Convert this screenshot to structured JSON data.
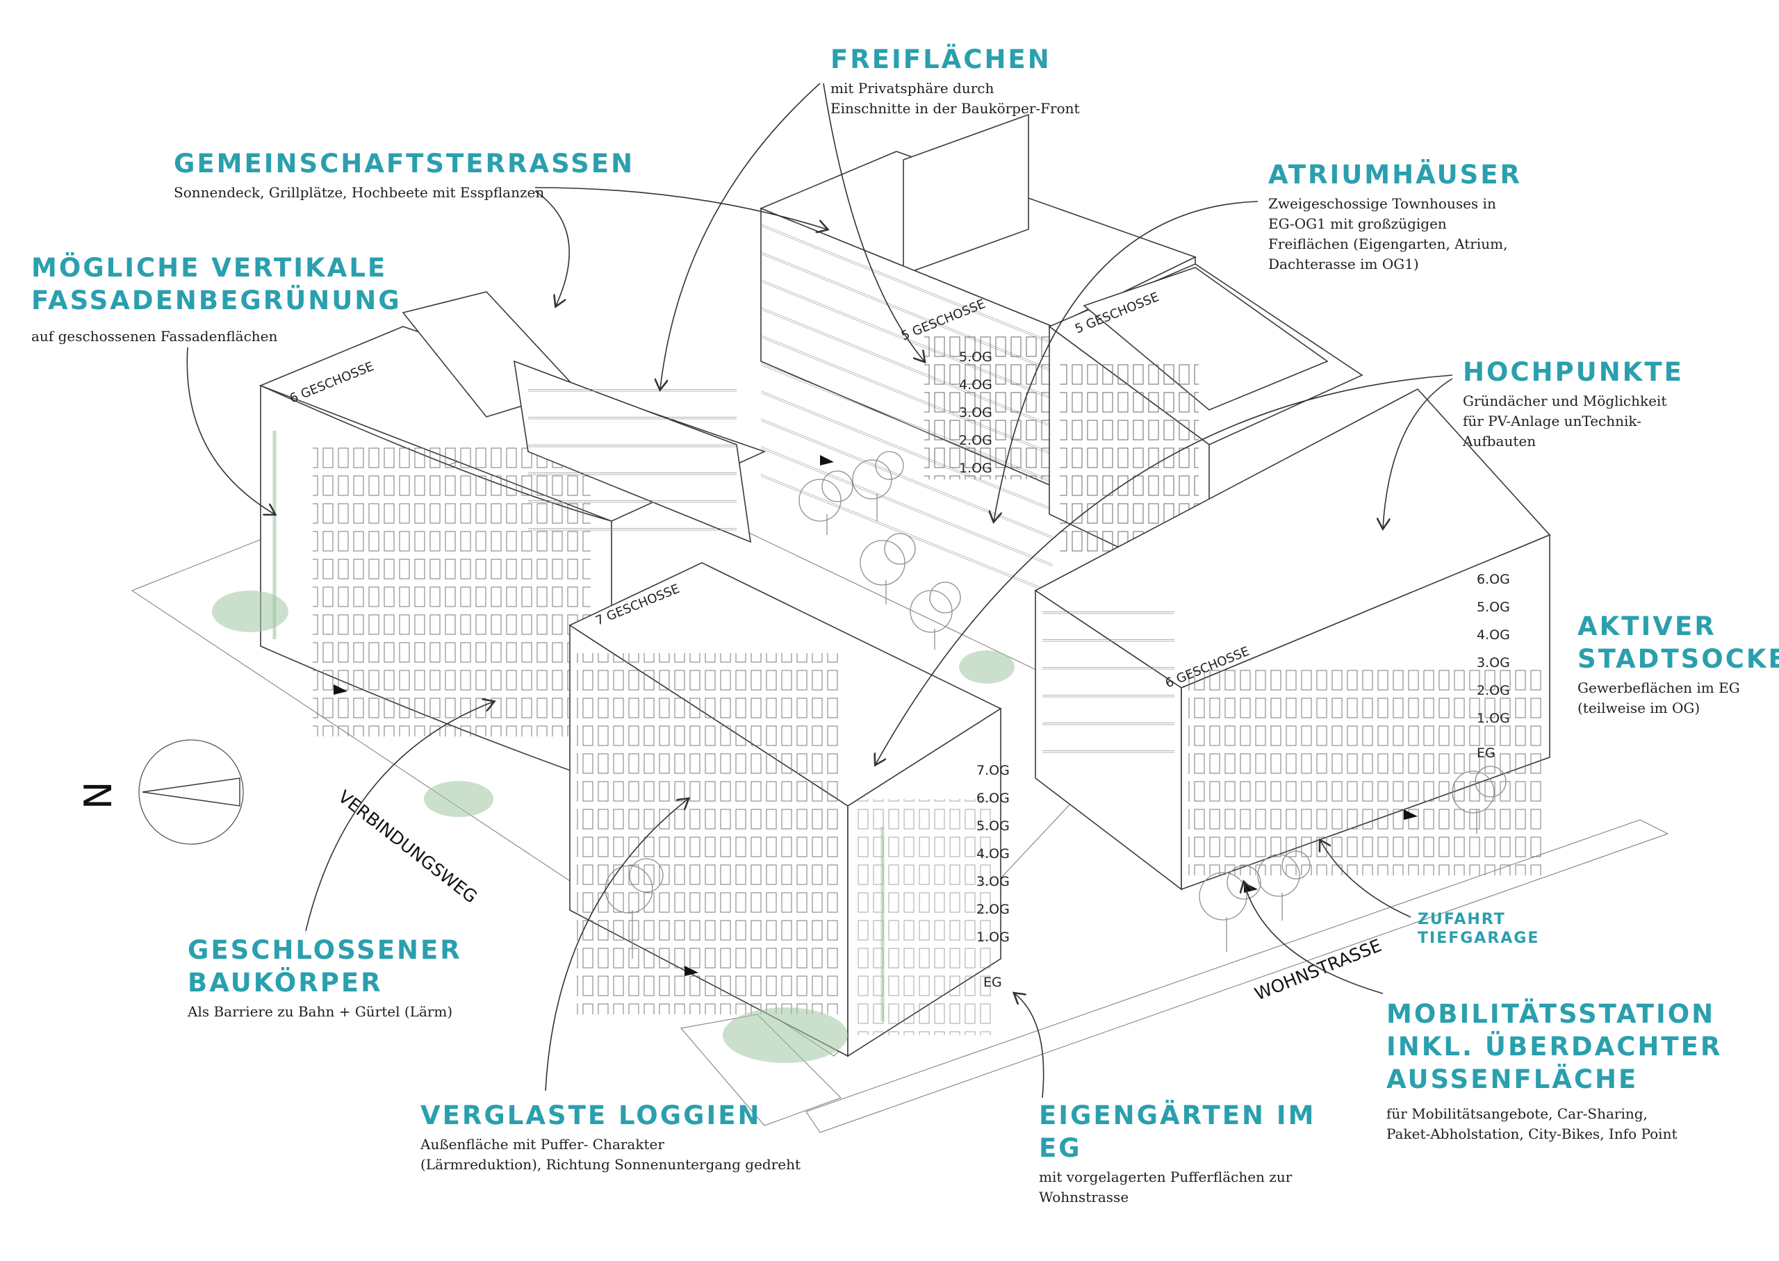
{
  "annotations": {
    "freiflaechen": {
      "title": "FREIFLÄCHEN",
      "lines": [
        "mit Privatsphäre durch",
        "Einschnitte in der Baukörper-Front"
      ]
    },
    "gemeinschaftsterrassen": {
      "title": "GEMEINSCHAFTSTERRASSEN",
      "lines": [
        "Sonnendeck, Grillplätze, Hochbeete mit Esspflanzen"
      ]
    },
    "atriumhaeuser": {
      "title": "ATRIUMHÄUSER",
      "lines": [
        "Zweigeschossige Townhouses in",
        "EG-OG1 mit großzügigen",
        "Freiflächen (Eigengarten, Atrium,",
        "Dachterasse im OG1)"
      ]
    },
    "fassadenbegruenung": {
      "title_lines": [
        "MÖGLICHE VERTIKALE",
        "FASSADENBEGRÜNUNG"
      ],
      "lines": [
        "auf geschossenen Fassadenflächen"
      ]
    },
    "hochpunkte": {
      "title": "HOCHPUNKTE",
      "lines": [
        "Gründächer und Möglichkeit",
        "für PV-Anlage unTechnik-",
        "Aufbauten"
      ]
    },
    "stadtsockel": {
      "title_lines": [
        "AKTIVER",
        "STADTSOCKEL"
      ],
      "lines": [
        "Gewerbeflächen im EG",
        "(teilweise im OG)"
      ]
    },
    "baukoerper": {
      "title_lines": [
        "GESCHLOSSENER",
        "BAUKÖRPER"
      ],
      "lines": [
        "Als Barriere zu Bahn + Gürtel (Lärm)"
      ]
    },
    "tiefgarage": {
      "title_lines": [
        "ZUFAHRT",
        "TIEFGARAGE"
      ]
    },
    "mobilitaet": {
      "title_lines": [
        "MOBILITÄTSSTATION",
        "INKL. ÜBERDACHTER",
        "AUSSENFLÄCHE"
      ],
      "lines": [
        "für Mobilitätsangebote, Car-Sharing,",
        "Paket-Abholstation, City-Bikes, Info Point"
      ]
    },
    "loggien": {
      "title": "VERGLASTE LOGGIEN",
      "lines": [
        "Außenfläche mit Puffer- Charakter",
        "(Lärmreduktion), Richtung Sonnenuntergang gedreht"
      ]
    },
    "eigengaerten": {
      "title": "EIGENGÄRTEN IM EG",
      "lines": [
        "mit vorgelagerten Pufferflächen zur",
        "Wohnstrasse"
      ]
    }
  },
  "building_labels": {
    "six_left": "6 GESCHOSSE",
    "five_top": "5 GESCHOSSE",
    "five_right": "5 GESCHOSSE",
    "seven": "7 GESCHOSSE",
    "six_right": "6 GESCHOSSE"
  },
  "streets": {
    "verbindungsweg": "VERBINDUNGSWEG",
    "wohnstrasse": "WOHNSTRASSE"
  },
  "north": "N",
  "floors": {
    "five": [
      "5.OG",
      "4.OG",
      "3.OG",
      "2.OG",
      "1.OG"
    ],
    "six": [
      "6.OG",
      "5.OG",
      "4.OG",
      "3.OG",
      "2.OG",
      "1.OG",
      "EG"
    ],
    "seven": [
      "7.OG",
      "6.OG",
      "5.OG",
      "4.OG",
      "3.OG",
      "2.OG",
      "1.OG",
      "EG"
    ]
  },
  "colors": {
    "accent": "#2a9fae",
    "lines": "#3a3a3a",
    "greenery": "#9fc7a4"
  }
}
